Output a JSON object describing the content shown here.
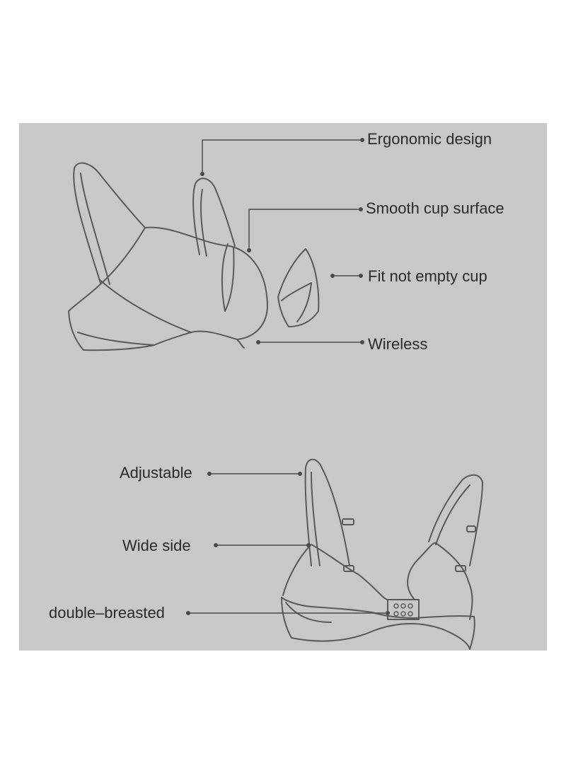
{
  "colors": {
    "background": "#ffffff",
    "panel": "#c8c8c8",
    "stroke": "#5a5a5a",
    "text": "#2a2a2a"
  },
  "labels": {
    "ergonomic_design": "Ergonomic design",
    "smooth_cup_surface": "Smooth cup surface",
    "fit_not_empty_cup": "Fit not empty cup",
    "wireless": "Wireless",
    "adjustable": "Adjustable",
    "wide_side": "Wide side",
    "double_breasted": "double–breasted"
  }
}
